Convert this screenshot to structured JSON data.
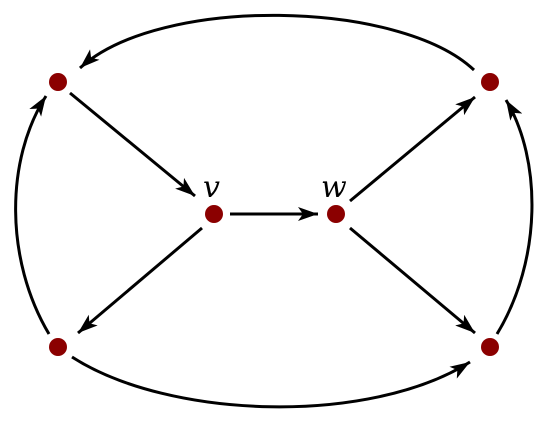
{
  "colors": {
    "node": "#8b0000",
    "edge": "#000000",
    "background": "#ffffff"
  },
  "graph": {
    "nodes": [
      {
        "id": "top-left",
        "label": ""
      },
      {
        "id": "top-right",
        "label": ""
      },
      {
        "id": "v",
        "label": "v"
      },
      {
        "id": "w",
        "label": "w"
      },
      {
        "id": "bottom-left",
        "label": ""
      },
      {
        "id": "bottom-right",
        "label": ""
      }
    ],
    "edges": [
      {
        "from": "top-right",
        "to": "top-left"
      },
      {
        "from": "top-left",
        "to": "v"
      },
      {
        "from": "v",
        "to": "w"
      },
      {
        "from": "w",
        "to": "top-right"
      },
      {
        "from": "v",
        "to": "bottom-left"
      },
      {
        "from": "w",
        "to": "bottom-right"
      },
      {
        "from": "bottom-left",
        "to": "top-left"
      },
      {
        "from": "bottom-right",
        "to": "top-right"
      },
      {
        "from": "bottom-left",
        "to": "bottom-right"
      }
    ]
  }
}
